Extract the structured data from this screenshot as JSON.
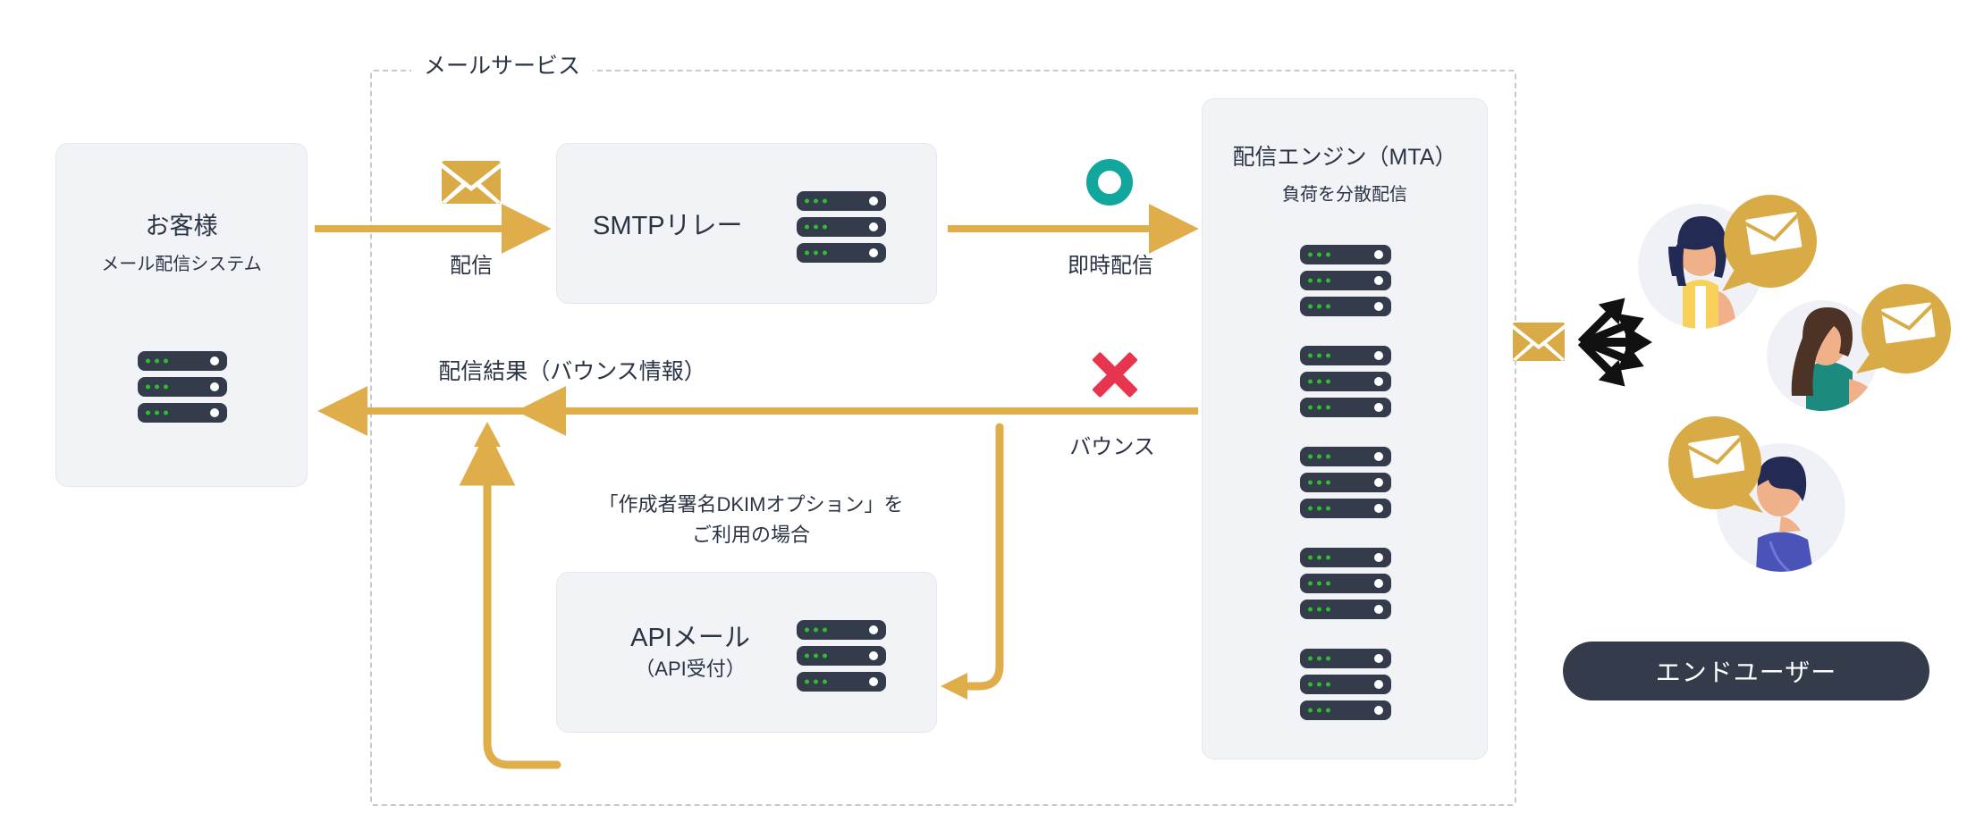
{
  "diagram": {
    "service_group_label": "メールサービス",
    "customer": {
      "title": "お客様",
      "subtitle": "メール配信システム",
      "icon": "server-rack-icon"
    },
    "smtp_relay": {
      "label": "SMTPリレー",
      "icon": "server-rack-icon"
    },
    "api_mail": {
      "label": "APIメール",
      "sublabel": "（API受付）",
      "icon": "server-rack-icon"
    },
    "mta": {
      "title": "配信エンジン（MTA）",
      "subtitle": "負荷を分散配信",
      "rack_group_count": 5,
      "bars_per_group": 3,
      "icon": "server-rack-icon"
    },
    "flows": [
      {
        "name": "deliver",
        "label": "配信",
        "glyph": "gold-envelope-icon",
        "direction": "right"
      },
      {
        "name": "instant",
        "label": "即時配信",
        "glyph": "teal-ring-icon",
        "direction": "right"
      },
      {
        "name": "bounce",
        "label": "バウンス",
        "glyph": "red-x-icon",
        "direction": "left"
      },
      {
        "name": "delivery-result",
        "label": "配信結果（バウンス情報）",
        "glyph": "",
        "direction": "left"
      }
    ],
    "dkim_note": {
      "line1": "「作成者署名DKIMオプション」を",
      "line2": "ご利用の場合"
    },
    "end_user": {
      "button_label": "エンドユーザー",
      "illustration": "three-recipients-with-mail-bubbles",
      "fanout_arrows": 5,
      "envelope_icon": "gold-envelope-icon"
    },
    "colors": {
      "arrow_gold": "#dfae4b",
      "envelope_gold": "#d9ab46",
      "teal": "#12a79c",
      "red": "#e7344f",
      "panel_bg": "#f1f3f7",
      "panel_border": "#e4e7ec",
      "dark_navy": "#343c4c",
      "text": "#2b3445",
      "dashed_border": "#c6c9cf",
      "led_green": "#2fbd2f"
    }
  }
}
